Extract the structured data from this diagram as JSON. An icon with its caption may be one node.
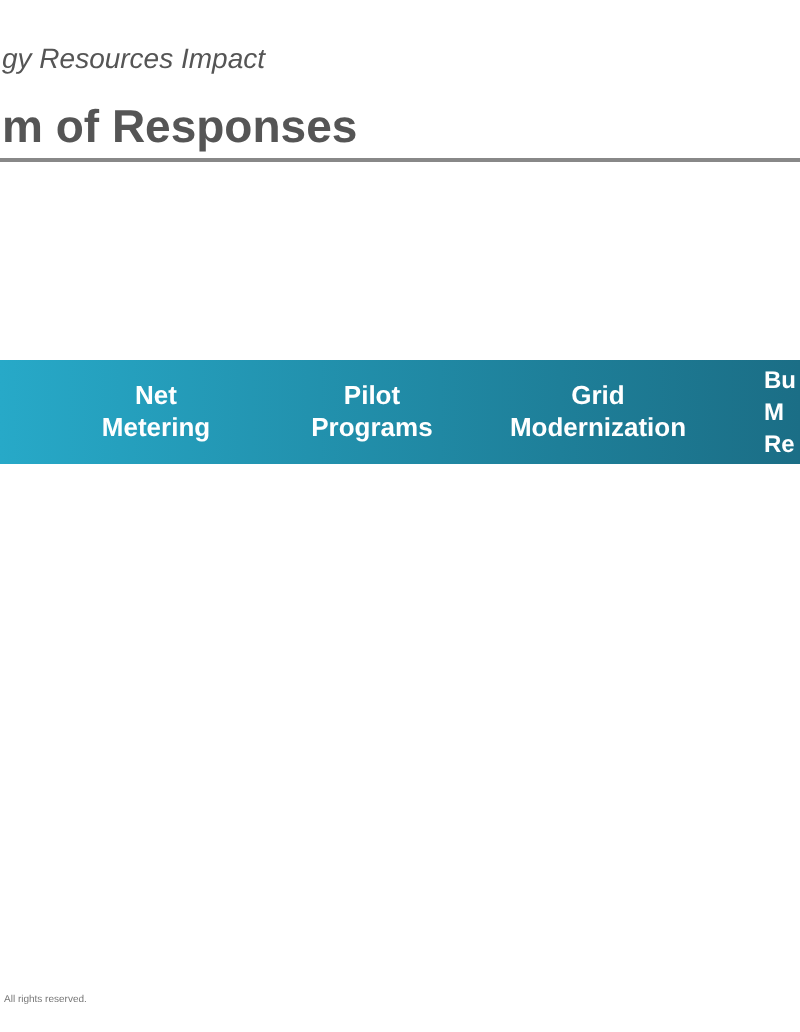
{
  "diagram": {
    "title": "m of Responses",
    "nodes": [
      {
        "text": [],
        "shape": "bar"
      },
      {
        "text": [
          "Net Metering"
        ],
        "in": 0
      },
      {
        "text": [
          "Pilot Programs"
        ],
        "in": 0
      },
      {
        "text": [
          "Grid Modernization"
        ],
        "in": 0
      },
      {
        "text": [
          "Bu M Re"
        ],
        "in": 0
      }
    ],
    "edges": [],
    "labels": [
      "gy Resources Impact",
      "All rights reserved."
    ]
  }
}
